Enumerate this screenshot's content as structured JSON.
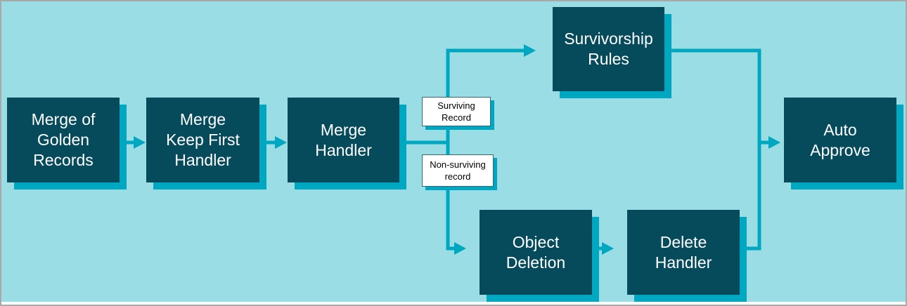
{
  "diagram": {
    "type": "flowchart",
    "colors": {
      "background": "#9adde4",
      "node_fill": "#054b5c",
      "node_text": "#ffffff",
      "accent": "#00a7c0",
      "edge_label_bg": "#ffffff",
      "edge_label_text": "#000000",
      "frame_border": "#a9a9a9"
    },
    "nodes": [
      {
        "id": "merge-of-golden-records",
        "label": "Merge of\nGolden\nRecords"
      },
      {
        "id": "merge-keep-first-handler",
        "label": "Merge\nKeep First\nHandler"
      },
      {
        "id": "merge-handler",
        "label": "Merge\nHandler"
      },
      {
        "id": "survivorship-rules",
        "label": "Survivorship\nRules"
      },
      {
        "id": "object-deletion",
        "label": "Object\nDeletion"
      },
      {
        "id": "delete-handler",
        "label": "Delete\nHandler"
      },
      {
        "id": "auto-approve",
        "label": "Auto\nApprove"
      }
    ],
    "edge_labels": [
      {
        "id": "surviving-record",
        "label": "Surviving\nRecord"
      },
      {
        "id": "non-surviving-record",
        "label": "Non-surviving\nrecord"
      }
    ],
    "edges": [
      "Merge of Golden Records -> Merge Keep First Handler",
      "Merge Keep First Handler -> Merge Handler",
      "Merge Handler -> Survivorship Rules (Surviving Record)",
      "Merge Handler -> Object Deletion (Non-surviving record)",
      "Object Deletion -> Delete Handler",
      "Survivorship Rules -> Auto Approve",
      "Delete Handler -> Auto Approve"
    ]
  }
}
